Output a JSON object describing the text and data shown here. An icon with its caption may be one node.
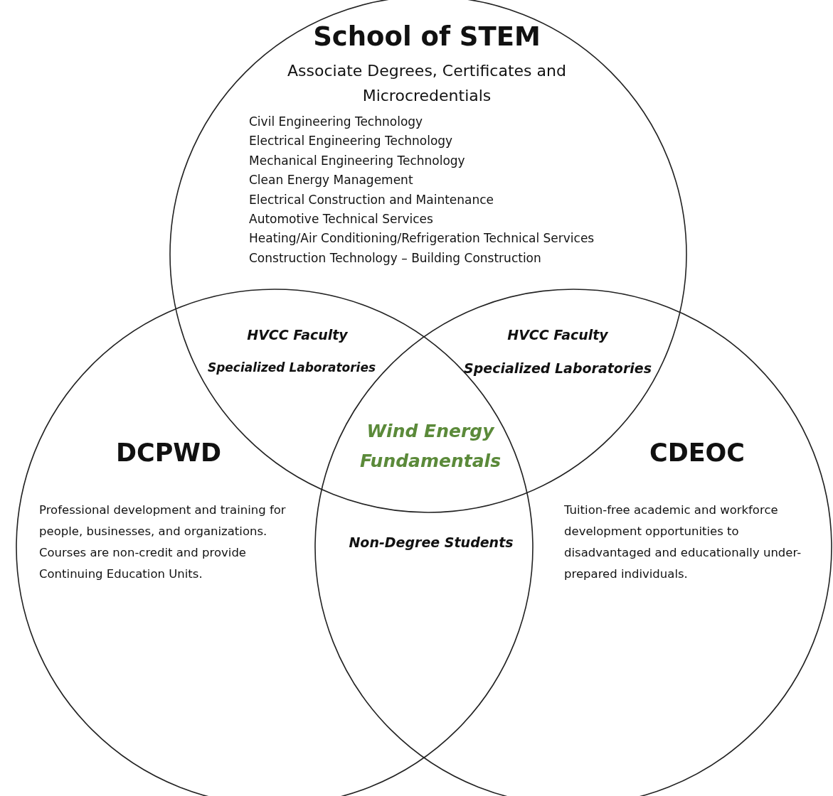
{
  "diagram": {
    "nodes": [
      {
        "text": [
          "School of STEM",
          "Associate Degrees, Certificates and Microcredentials",
          "Civil Engineering Technology",
          "Electrical Engineering Technology",
          "Mechanical Engineering Technology",
          "Clean Energy Management",
          "Electrical Construction and Maintenance",
          "Automotive Technical Services",
          "Heating/Air Conditioning/Refrigeration Technical Services",
          "Construction Technology – Building Construction"
        ]
      },
      {
        "text": [
          "DCPWD",
          "Professional development and training for people, businesses, and organizations. Courses are non-credit and provide Continuing Education Units."
        ]
      },
      {
        "text": [
          "CDEOC",
          "Tuition-free academic and workforce development opportunities to disadvantaged and educationally under-prepared individuals."
        ]
      }
    ],
    "edges": [],
    "labels": [
      "HVCC Faculty",
      "Specialized Laboratories",
      "HVCC Faculty",
      "Specialized Laboratories",
      "Wind Energy Fundamentals",
      "Non-Degree Students"
    ]
  }
}
